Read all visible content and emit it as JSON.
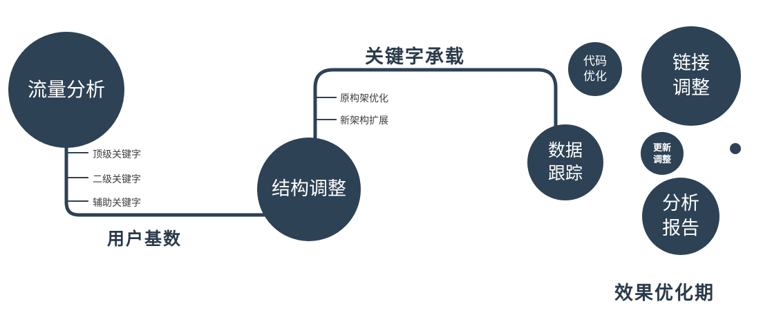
{
  "colors": {
    "node_fill": "#2d4254",
    "connector": "#2d4254",
    "label_dark": "#2b3a4a",
    "branch_text": "#3c3c3c",
    "background": "#ffffff"
  },
  "nodes": {
    "traffic": {
      "label": "流量分析"
    },
    "structure": {
      "label": "结构调整"
    },
    "data_tracking": {
      "line1": "数据",
      "line2": "跟踪"
    },
    "code_opt": {
      "line1": "代码",
      "line2": "优化"
    },
    "link_adjust": {
      "line1": "链接",
      "line2": "调整"
    },
    "update_adjust": {
      "line1": "更新",
      "line2": "调整"
    },
    "analysis_report": {
      "line1": "分析",
      "line2": "报告"
    }
  },
  "edges": {
    "user_base": "用户基数",
    "keyword_bearing": "关键字承载"
  },
  "branches": {
    "left": [
      "顶级关键字",
      "二级关键字",
      "辅助关键字"
    ],
    "top": [
      "原构架优化",
      "新架构扩展"
    ]
  },
  "footer": "效果优化期"
}
